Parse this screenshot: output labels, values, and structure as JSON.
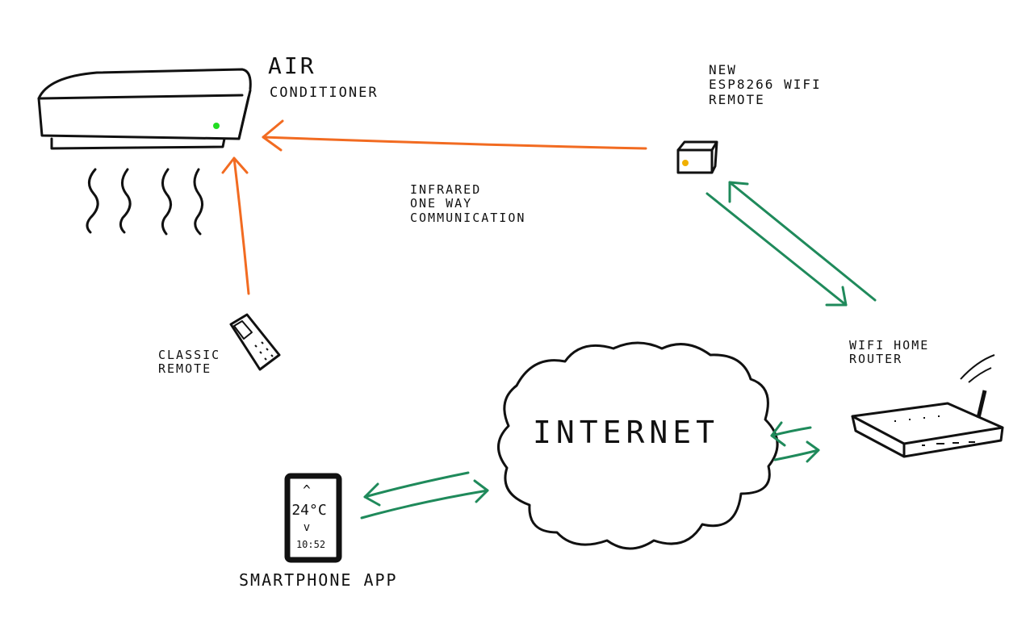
{
  "labels": {
    "ac_line1": "AIR",
    "ac_line2": "CONDITIONER",
    "esp_remote": "NEW\nESP8266 WIFI\nREMOTE",
    "infrared": "INFRARED\nONE WAY\nCOMMUNICATION",
    "classic_remote": "CLASSIC\nREMOTE",
    "router": "WIFI HOME\nROUTER",
    "internet": "INTERNET",
    "smartphone_app": "SMARTPHONE APP"
  },
  "phone_screen": {
    "up": "^",
    "temperature": "24°C",
    "down": "v",
    "time": "10:52"
  },
  "colors": {
    "infrared_arrow": "#f26b21",
    "wifi_arrow": "#1f8a5b",
    "status_led": "#22dd22",
    "esp_led": "#f0b000",
    "ink": "#111111"
  }
}
